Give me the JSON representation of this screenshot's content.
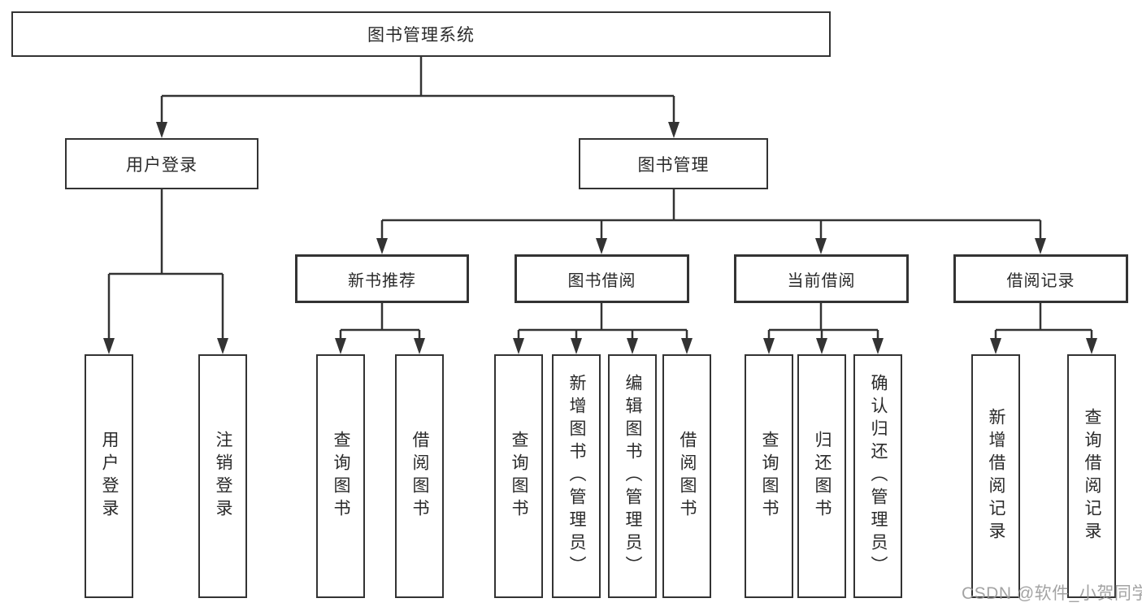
{
  "tree": {
    "root": {
      "label": "图书管理系统",
      "children": {
        "user_login": {
          "label": "用户登录",
          "children": {
            "login": {
              "label": "用户登录"
            },
            "logout": {
              "label": "注销登录"
            }
          }
        },
        "book_mgmt": {
          "label": "图书管理",
          "children": {
            "new_books": {
              "label": "新书推荐",
              "children": {
                "query": {
                  "label": "查询图书"
                },
                "borrow": {
                  "label": "借阅图书"
                }
              }
            },
            "book_borrow": {
              "label": "图书借阅",
              "children": {
                "query": {
                  "label": "查询图书"
                },
                "add": {
                  "label": "新增图书（管理员）"
                },
                "edit": {
                  "label": "编辑图书（管理员）"
                },
                "borrow": {
                  "label": "借阅图书"
                }
              }
            },
            "current_borrow": {
              "label": "当前借阅",
              "children": {
                "query": {
                  "label": "查询图书"
                },
                "return": {
                  "label": "归还图书"
                },
                "confirm": {
                  "label": "确认归还（管理员）"
                }
              }
            },
            "borrow_records": {
              "label": "借阅记录",
              "children": {
                "add": {
                  "label": "新增借阅记录"
                },
                "query": {
                  "label": "查询借阅记录"
                }
              }
            }
          }
        }
      }
    }
  },
  "watermark": "CSDN @软件_小贺同学",
  "colors": {
    "line": "#333333",
    "box_border": "#333333",
    "text": "#2a2a2a",
    "background": "#ffffff",
    "watermark": "#969696"
  }
}
